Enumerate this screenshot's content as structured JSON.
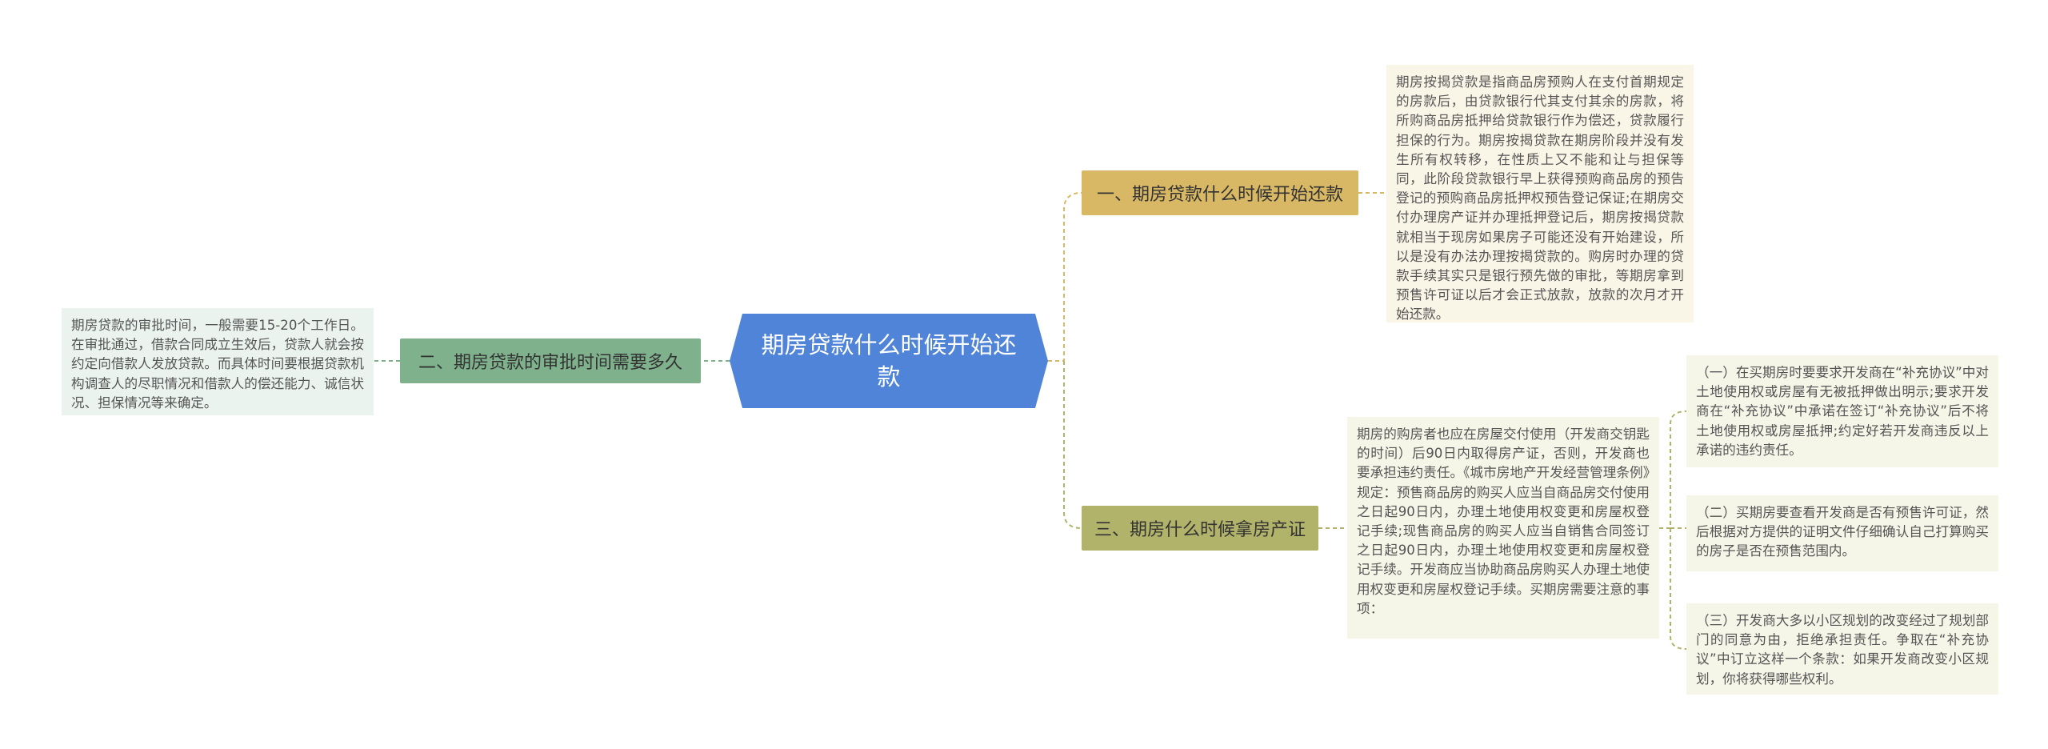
{
  "colors": {
    "center": "#4f84d9",
    "branch_1": "#d9b865",
    "branch_2": "#7fb18d",
    "branch_3": "#b1b36a",
    "detail_1_bg": "#faf6e7",
    "detail_2_bg": "#eaf3ee",
    "detail_3_bg": "#f5f5e8",
    "link_1": "#d9b865",
    "link_2": "#7fb18d",
    "link_3": "#b1b36a"
  },
  "center": {
    "title": "期房贷款什么时候开始还款"
  },
  "branches": [
    {
      "label": "一、期房贷款什么时候开始还款",
      "detail": "期房按揭贷款是指商品房预购人在支付首期规定的房款后，由贷款银行代其支付其余的房款，将所购商品房抵押给贷款银行作为偿还，贷款履行担保的行为。期房按揭贷款在期房阶段并没有发生所有权转移，在性质上又不能和让与担保等同，此阶段贷款银行早上获得预购商品房的预告登记的预购商品房抵押权预告登记保证;在期房交付办理房产证并办理抵押登记后，期房按揭贷款就相当于现房如果房子可能还没有开始建设，所以是没有办法办理按揭贷款的。购房时办理的贷款手续其实只是银行预先做的审批，等期房拿到预售许可证以后才会正式放款，放款的次月才开始还款。"
    },
    {
      "label": "二、期房贷款的审批时间需要多久",
      "detail": "期房贷款的审批时间，一般需要15-20个工作日。在审批通过，借款合同成立生效后，贷款人就会按约定向借款人发放贷款。而具体时间要根据贷款机构调查人的尽职情况和借款人的偿还能力、诚信状况、担保情况等来确定。"
    },
    {
      "label": "三、期房什么时候拿房产证",
      "detail": "期房的购房者也应在房屋交付使用（开发商交钥匙的时间）后90日内取得房产证，否则，开发商也要承担违约责任。《城市房地产开发经营管理条例》规定：预售商品房的购买人应当自商品房交付使用之日起90日内，办理土地使用权变更和房屋权登记手续;现售商品房的购买人应当自销售合同签订之日起90日内，办理土地使用权变更和房屋权登记手续。开发商应当协助商品房购买人办理土地使用权变更和房屋权登记手续。买期房需要注意的事项：",
      "subs": [
        "（一）在买期房时要要求开发商在“补充协议”中对土地使用权或房屋有无被抵押做出明示;要求开发商在“补充协议”中承诺在签订“补充协议”后不将土地使用权或房屋抵押;约定好若开发商违反以上承诺的违约责任。",
        "（二）买期房要查看开发商是否有预售许可证，然后根据对方提供的证明文件仔细确认自己打算购买的房子是否在预售范围内。",
        "（三）开发商大多以小区规划的改变经过了规划部门的同意为由，拒绝承担责任。争取在“补充协议”中订立这样一个条款：如果开发商改变小区规划，你将获得哪些权利。"
      ]
    }
  ]
}
